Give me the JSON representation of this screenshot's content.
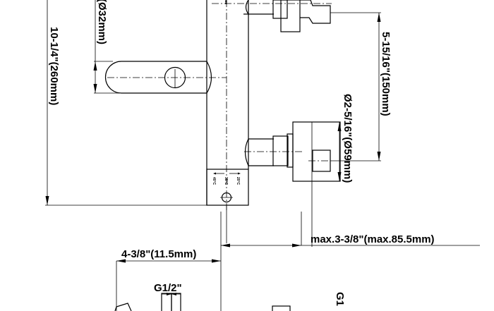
{
  "dimensions": {
    "overall_height": "10-1/4\"(260mm)",
    "handle_diameter": "(Ø32mm)",
    "outlet_spacing": "5-15/16\"(150mm)",
    "knob_diameter": "Ø2-5/16\"(Ø59mm)",
    "max_projection": "max.3-3/8\"(max.85.5mm)",
    "width": "4-3/8\"(11.5mm)",
    "thread_left": "G1/2\"",
    "thread_right": "G1"
  },
  "temperature_scale": {
    "left": "40°C",
    "center": "38°C",
    "right": "20°C"
  }
}
